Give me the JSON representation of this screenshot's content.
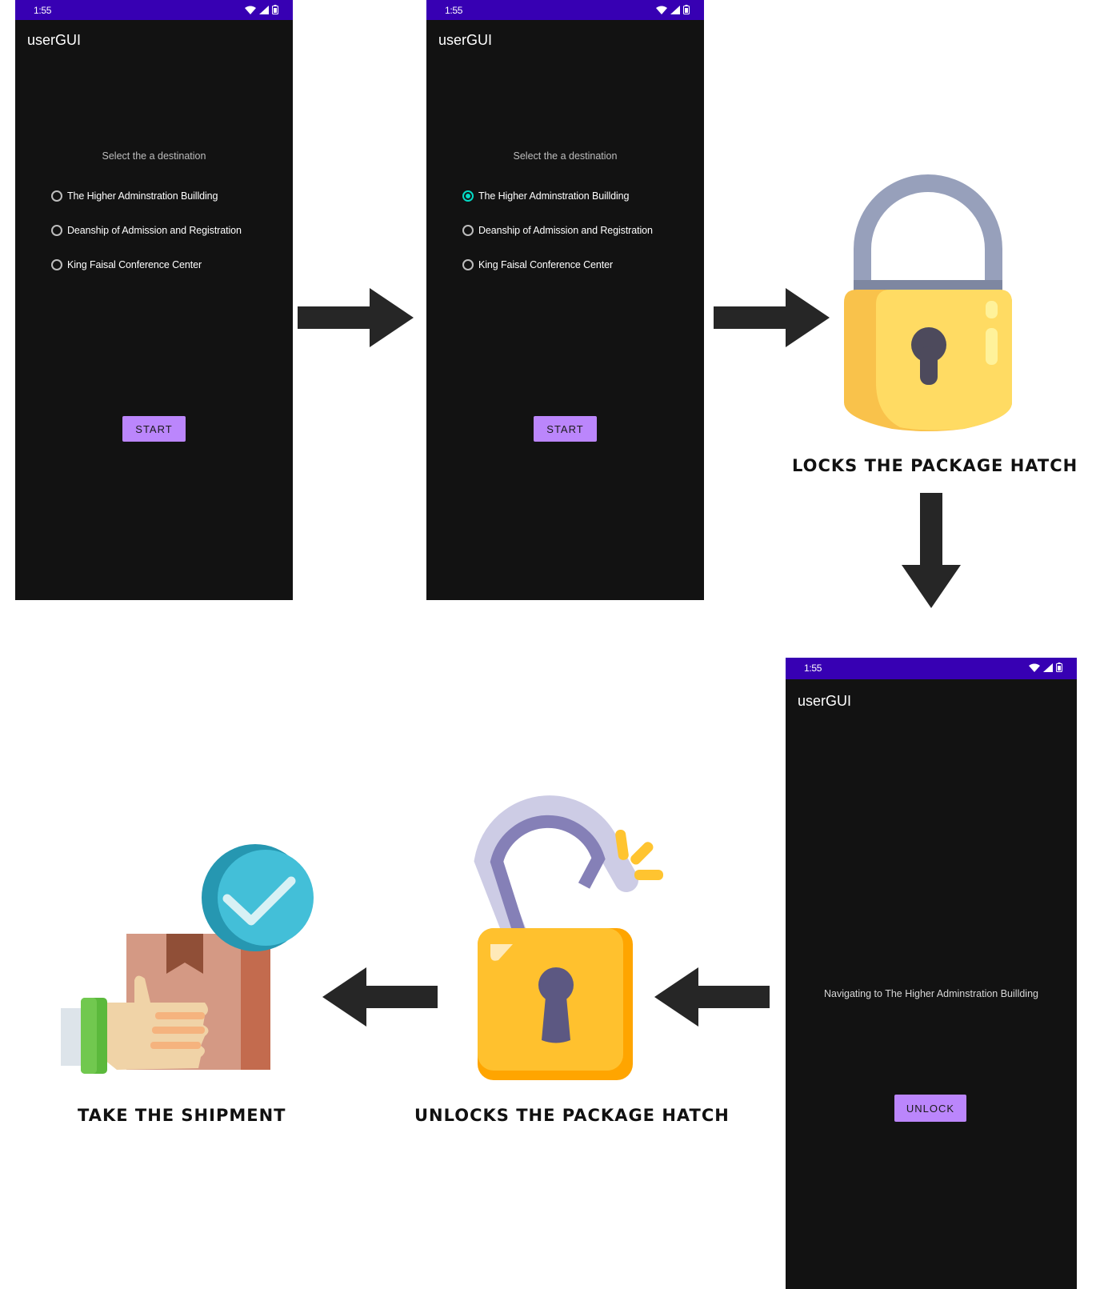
{
  "phones": [
    {
      "time": "1:55",
      "app_title": "userGUI",
      "prompt": "Select the a destination",
      "options": [
        "The Higher Adminstration Buillding",
        "Deanship of Admission and Registration",
        "King Faisal Conference Center"
      ],
      "selected_index": null,
      "button": "START"
    },
    {
      "time": "1:55",
      "app_title": "userGUI",
      "prompt": "Select the a destination",
      "options": [
        "The Higher Adminstration Buillding",
        "Deanship of Admission and Registration",
        "King Faisal Conference Center"
      ],
      "selected_index": 0,
      "button": "START"
    },
    {
      "time": "1:55",
      "app_title": "userGUI",
      "status_text": "Navigating to The Higher Adminstration Buillding",
      "button": "UNLOCK"
    }
  ],
  "captions": {
    "lock": "LOCKS THE PACKAGE HATCH",
    "unlock": "UNLOCKS THE PACKAGE HATCH",
    "shipment": "TAKE THE SHIPMENT"
  },
  "icons": [
    "right-arrow-icon",
    "down-arrow-icon",
    "left-arrow-icon",
    "padlock-locked-icon",
    "padlock-unlocked-icon",
    "package-delivered-icon",
    "check-icon",
    "wifi-icon",
    "signal-icon",
    "battery-icon"
  ],
  "colors": {
    "status_bar": "#3700b3",
    "screen_bg": "#121212",
    "button": "#bb86fc",
    "radio_checked": "#03dac5",
    "arrow": "#262626"
  }
}
